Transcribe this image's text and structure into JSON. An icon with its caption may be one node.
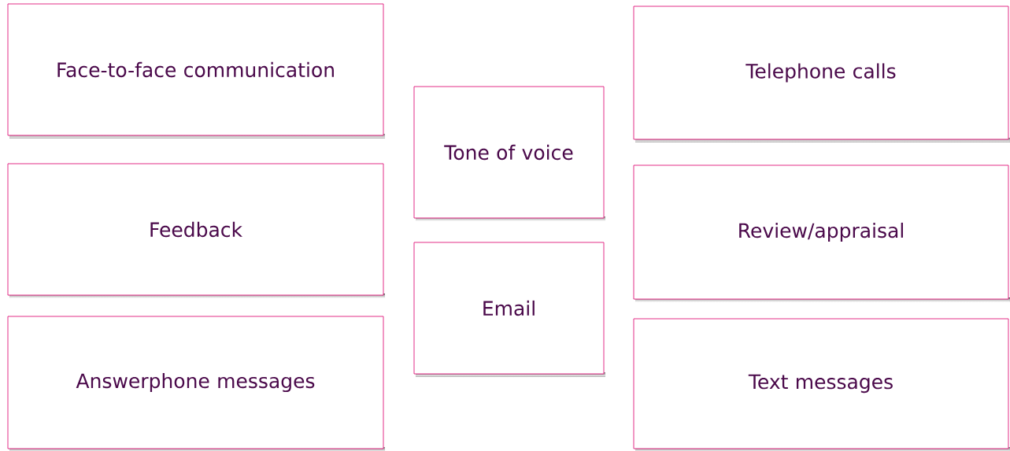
{
  "diagram": {
    "nodes": [
      {
        "text": [
          "Face-to-face communication"
        ]
      },
      {
        "text": [
          "Feedback"
        ]
      },
      {
        "text": [
          "Answerphone messages"
        ]
      },
      {
        "text": [
          "Tone of voice"
        ]
      },
      {
        "text": [
          "Email"
        ]
      },
      {
        "text": [
          "Telephone calls"
        ]
      },
      {
        "text": [
          "Review/appraisal"
        ]
      },
      {
        "text": [
          "Text messages"
        ]
      }
    ]
  }
}
